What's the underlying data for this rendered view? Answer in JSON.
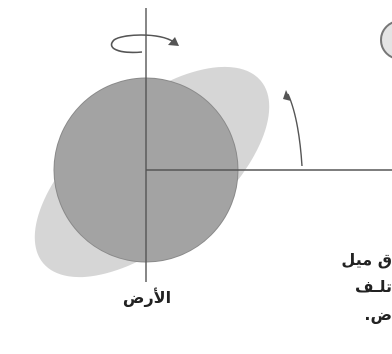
{
  "diagram": {
    "caption": "الأرض",
    "cropped_text_lines": [
      "ق ميل",
      "تلـف",
      "ض."
    ],
    "colors": {
      "planet": "#a3a3a3",
      "planet_outline": "#8a8a8a",
      "disk": "#d6d6d6",
      "axis": "#555555",
      "text": "#222222"
    }
  }
}
